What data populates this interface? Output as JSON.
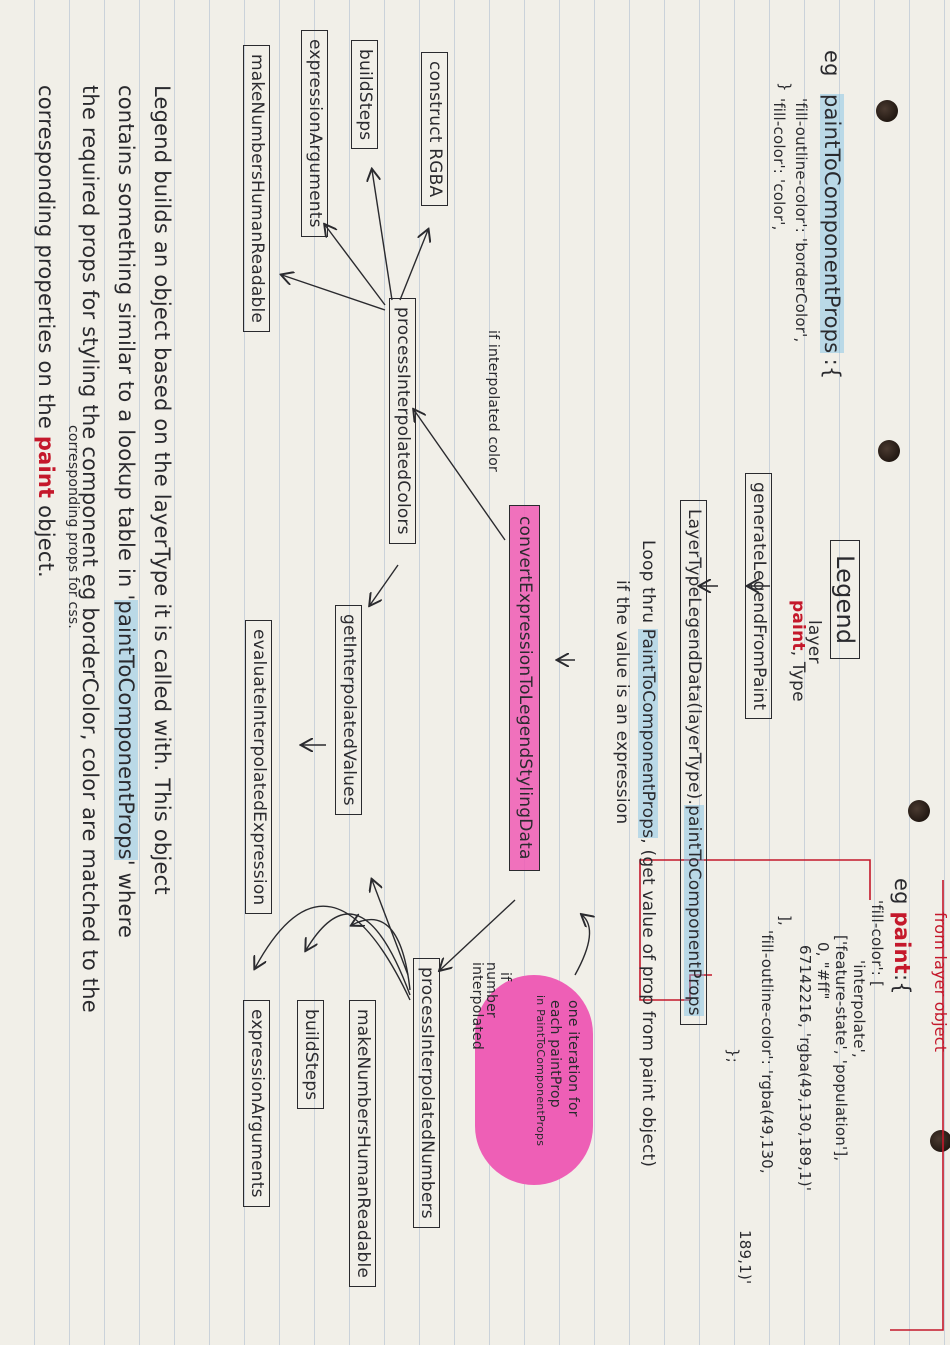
{
  "headline": {
    "legend": "Legend",
    "layer_prefix": "layer",
    "paint_word": "paint",
    "type_word": "Type"
  },
  "code_top": {
    "eg": "eg",
    "obj_name": "paintToComponentProps",
    "obj_open": ":{",
    "line1": "'fill-outline-color': 'borderColor',",
    "line2": "'fill-color': 'color',",
    "close": "}"
  },
  "from_layer": {
    "label": "from layer object",
    "eg": "eg",
    "paint_word": "paint",
    "open": ":{",
    "lines": [
      "'fill-color': [",
      "'interpolate',",
      "['feature-state', 'population'],",
      "0, \"#ff\"",
      "67142216, 'rgba(49,130,189,1)'",
      "],",
      "'fill-outline-color': 'rgba(49,130,",
      "189,1)'",
      "};"
    ]
  },
  "nodes": {
    "generate": "generateLegendFromPaint",
    "layertype_prefix": "LayerTypeLegendData(layerType)",
    "layertype_suffix": "paintToComponentProps",
    "loop_prefix": "Loop thru",
    "loop_hl": "PaintToComponentProps",
    "loop_suffix": ", (get value of prop from paint object)",
    "if_expression": "if the value is an expression",
    "convert": "convertExpressionToLegendStylingData",
    "one_iteration": [
      "one iteration for",
      "each paintProp",
      "in PaintToComponentProps"
    ],
    "if_color": "if interpolated color",
    "if_number": [
      "if",
      "number",
      "interpolated"
    ],
    "proc_colors": "processInterpolatedColors",
    "proc_numbers": "processInterpolatedNumbers",
    "get_values": "getInterpolatedValues",
    "evaluate": "evaluateInterpolatedExpression",
    "construct": "construct RGBA",
    "build_steps_a": "buildSteps",
    "expr_args_a": "expressionArguments",
    "make_human_a": "makeNumbersHumanReadable",
    "make_human_b": "makeNumbersHumanReadable",
    "build_steps_b": "buildSteps",
    "expr_args_b": "expressionArguments"
  },
  "note": {
    "line1": "Legend builds an object based on the layerType it is called with. This object",
    "line2a": "contains something similar to a lookup table in '",
    "line2_hl": "paintToComponentProps",
    "line2b": "' where",
    "line3": "the required props for styling the component eg borderColor, color are matched to the",
    "line4": "corresponding props for css.",
    "line5a": "corresponding properties on the ",
    "line5_red": "paint",
    "line5b": " object."
  },
  "colors": {
    "ink": "#2a2a2e",
    "red_ink": "#c4182b",
    "highlight_blue": "#9fd0ec",
    "highlight_pink": "#ee5fb6",
    "paper": "#f1efe8"
  }
}
